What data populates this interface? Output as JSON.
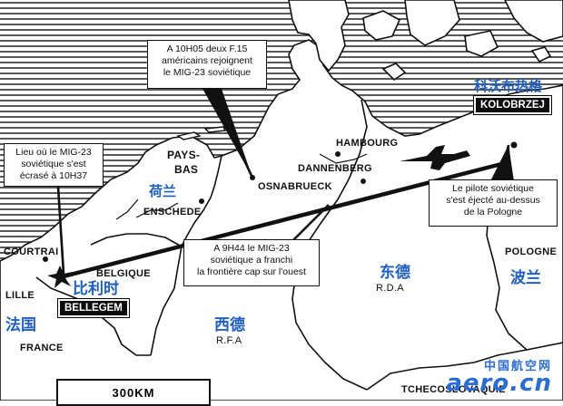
{
  "places": {
    "pays_bas_1": "PAYS-",
    "pays_bas_2": "BAS",
    "enschede": "ENSCHEDE",
    "osnabrueck": "OSNABRUECK",
    "hambourg": "HAMBOURG",
    "dannenberg": "DANNENBERG",
    "courtrai": "COURTRAI",
    "lille": "LILLE",
    "belgique": "BELGIQUE",
    "france": "FRANCE",
    "rfa": "R.F.A",
    "rda": "R.D.A",
    "pologne": "POLOGNE",
    "tchecoslovaquie": "TCHECOSLOVAQUIE"
  },
  "chinese_labels": {
    "kolobrzeg": "科沃布热格",
    "netherlands": "荷兰",
    "belgium": "比利时",
    "france": "法国",
    "west_germany": "西德",
    "east_germany": "东德",
    "poland": "波兰"
  },
  "plates": {
    "kolobrzeg": "KOLOBRZEJ",
    "bellegem": "BELLEGEM"
  },
  "callouts": {
    "interception": "A 10H05 deux F.15\naméricains rejoignent\nle MIG-23 soviétique",
    "crash": "Lieu où le MIG-23\nsoviétique s'est\nécrasé à 10H37",
    "border": "A 9H44 le MIG-23\nsoviétique a franchi\nla frontière cap sur l'ouest",
    "ejection": "Le pilote soviétique\ns'est éjecté au-dessus\nde la Pologne"
  },
  "scale": "300KM",
  "watermark": {
    "cn": "中国航空网",
    "en": "aero.cn"
  },
  "colors": {
    "ink": "#111111",
    "sea_hatch": "#222222",
    "accent_blue": "#1f5fc0"
  }
}
